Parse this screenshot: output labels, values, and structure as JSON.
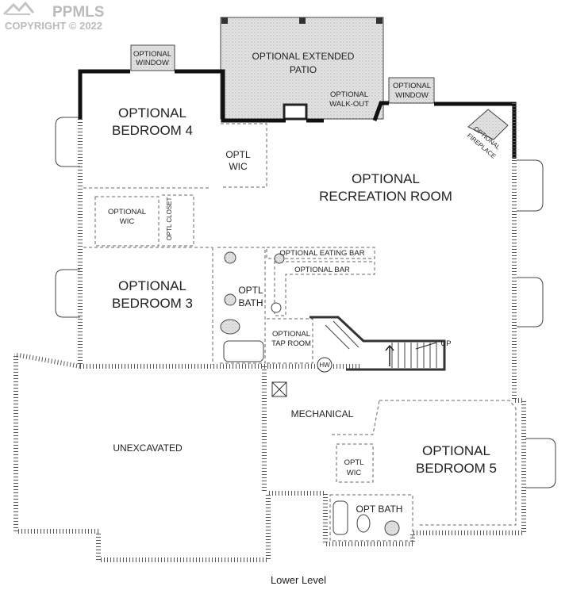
{
  "watermark": {
    "brand": "PPMLS",
    "copyright": "COPYRIGHT © 2022"
  },
  "plan": {
    "caption": "Lower Level",
    "rooms": {
      "patio_l1": "OPTIONAL EXTENDED",
      "patio_l2": "PATIO",
      "window_top_l1": "OPTIONAL",
      "window_top_l2": "WINDOW",
      "window_right_l1": "OPTIONAL",
      "window_right_l2": "WINDOW",
      "walkout_l1": "OPTIONAL",
      "walkout_l2": "WALK-OUT",
      "bed4_l1": "OPTIONAL",
      "bed4_l2": "BEDROOM 4",
      "wic4_l1": "OPTL",
      "wic4_l2": "WIC",
      "fireplace_l1": "OPTIONAL",
      "fireplace_l2": "FIREPLACE",
      "rec_l1": "OPTIONAL",
      "rec_l2": "RECREATION ROOM",
      "wic3_l1": "OPTIONAL",
      "wic3_l2": "WIC",
      "closet": "OPTL CLOSET",
      "eating_bar": "OPTIONAL EATING BAR",
      "bar": "OPTIONAL BAR",
      "bed3_l1": "OPTIONAL",
      "bed3_l2": "BEDROOM 3",
      "bath_l1": "OPTL",
      "bath_l2": "BATH",
      "tap_l1": "OPTIONAL",
      "tap_l2": "TAP ROOM",
      "hw": "HW",
      "up": "UP",
      "mechanical": "MECHANICAL",
      "unexcavated": "UNEXCAVATED",
      "bed5_l1": "OPTIONAL",
      "bed5_l2": "BEDROOM 5",
      "wic5_l1": "OPTL",
      "wic5_l2": "WIC",
      "opt_bath": "OPT BATH"
    }
  }
}
